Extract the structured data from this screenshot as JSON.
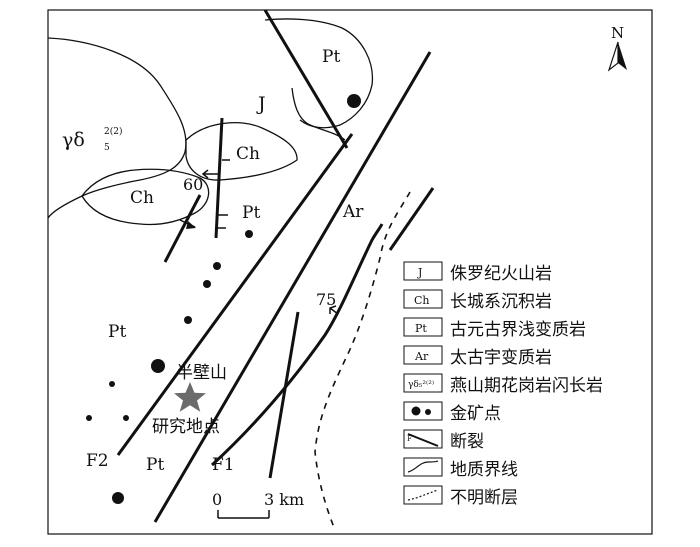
{
  "north": {
    "label": "N"
  },
  "units": {
    "Pt": "Pt",
    "J": "J",
    "Ch": "Ch",
    "Ar": "Ar",
    "granite": {
      "base": "γδ",
      "sub": "5",
      "sup": "2(2)"
    }
  },
  "faults": {
    "f1": "F1",
    "f2": "F2"
  },
  "dips": {
    "a": "60",
    "b": "75"
  },
  "places": {
    "banbishan": "半壁山",
    "study_site": "研究地点"
  },
  "scale": {
    "zero": "0",
    "end": "3 km"
  },
  "legend": {
    "items": [
      {
        "symbol": "J",
        "label": "侏罗纪火山岩"
      },
      {
        "symbol": "Ch",
        "label": "长城系沉积岩"
      },
      {
        "symbol": "Pt",
        "label": "古元古界浅变质岩"
      },
      {
        "symbol": "Ar",
        "label": "太古宇变质岩"
      },
      {
        "symbol": "γδ₅²⁽²⁾",
        "label": "燕山期花岗岩闪长岩"
      },
      {
        "symbol": "gold-dot",
        "label": "金矿点"
      },
      {
        "symbol": "fault",
        "label": "断裂"
      },
      {
        "symbol": "boundary",
        "label": "地质界线"
      },
      {
        "symbol": "inferred-fault",
        "label": "不明断层"
      }
    ]
  },
  "colors": {
    "ink": "#111111",
    "star": "#6b6b6b"
  }
}
